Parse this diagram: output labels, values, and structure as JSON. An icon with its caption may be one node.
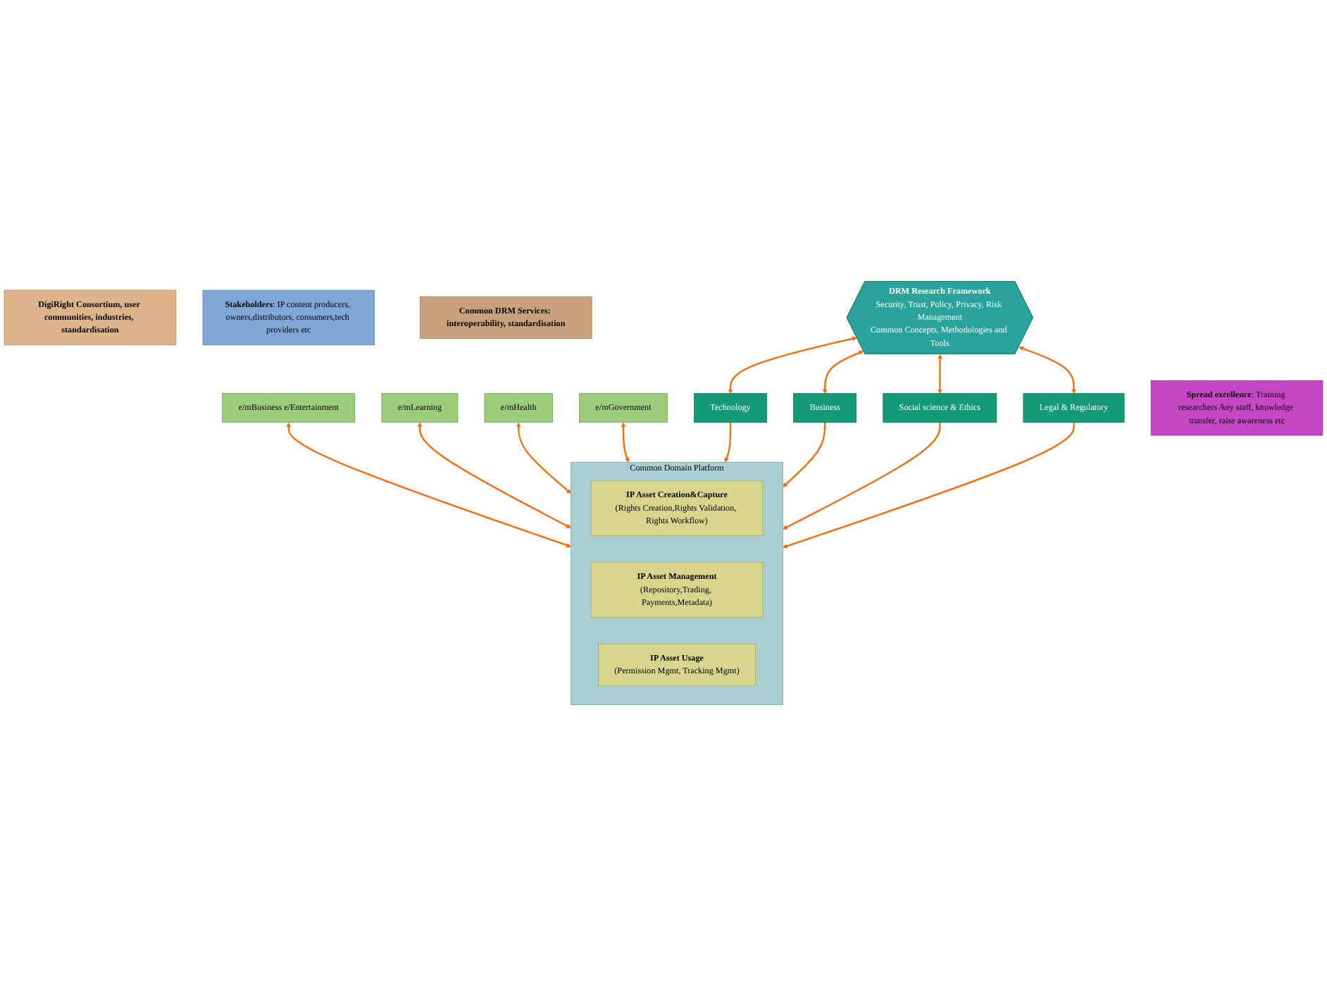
{
  "diagram": {
    "nodes": [
      {
        "text": [
          "DigiRight Consortium, user communities, industries, standardisation"
        ]
      },
      {
        "text": [
          "**Stakeholders**: IP content producers, owners,distributors, consumers,tech providers etc"
        ]
      },
      {
        "text": [
          "Common DRM Services: interoperability, standardisation"
        ]
      },
      {
        "text": [
          "e/mBusiness e/Entertainment"
        ]
      },
      {
        "text": [
          "e/mLearning"
        ]
      },
      {
        "text": [
          "e/mHealth"
        ]
      },
      {
        "text": [
          "e/mGovernment"
        ]
      },
      {
        "text": [
          "Common Domain Platform"
        ]
      },
      {
        "text": [
          "IP Asset Creation&Capture",
          "(Rights Creation,Rights Validation, Rights Workflow)"
        ],
        "in": 7
      },
      {
        "text": [
          "IP Asset Management",
          "(Repository,Trading, Payments,Metadata)"
        ],
        "in": 7
      },
      {
        "text": [
          "IP Asset Usage",
          "(Permission Mgmt, Tracking Mgmt)"
        ],
        "in": 7
      },
      {
        "text": [
          "Technology"
        ]
      },
      {
        "text": [
          "Business"
        ]
      },
      {
        "text": [
          "Social science & Ethics"
        ]
      },
      {
        "text": [
          "Legal & Regulatory"
        ]
      },
      {
        "text": [
          "DRM Research Framework",
          "Security, Trust, Policy, Privacy, Risk Management",
          "Common Concepts, Methodologies and Tools"
        ]
      },
      {
        "text": [
          "**Spread excellence**: Training researchers /key staff, knowledge transfer, raise awareness etc"
        ]
      }
    ],
    "edges": [
      {
        "from": 3,
        "to": 7,
        "arrow": "both"
      },
      {
        "from": 4,
        "to": 7,
        "arrow": "both"
      },
      {
        "from": 5,
        "to": 7,
        "arrow": "both"
      },
      {
        "from": 6,
        "to": 7,
        "arrow": "both"
      },
      {
        "from": 11,
        "to": 7,
        "arrow": "to"
      },
      {
        "from": 12,
        "to": 7,
        "arrow": "to"
      },
      {
        "from": 13,
        "to": 7,
        "arrow": "to"
      },
      {
        "from": 14,
        "to": 7,
        "arrow": "to"
      },
      {
        "from": 15,
        "to": 11,
        "arrow": "both"
      },
      {
        "from": 15,
        "to": 12,
        "arrow": "both"
      },
      {
        "from": 15,
        "to": 13,
        "arrow": "both"
      },
      {
        "from": 15,
        "to": 14,
        "arrow": "both"
      }
    ]
  }
}
